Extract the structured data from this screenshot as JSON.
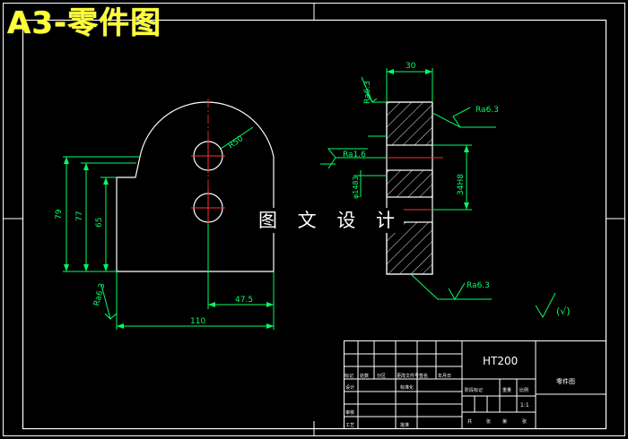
{
  "title": "A3-零件图",
  "watermark": "图 文 设 计",
  "dimensions": {
    "width_30": "30",
    "radius_50": "R50",
    "height_79": "79",
    "height_77": "77",
    "height_65": "65",
    "dist_47_5": "47.5",
    "width_110": "110",
    "bore_34": "34H8",
    "hole_phi": "φ1483"
  },
  "roughness": {
    "top_left": "Ra6.3",
    "top_right": "Ra6.3",
    "hole": "Ra1.6",
    "bottom_right": "Ra6.3",
    "part_left": "Ra6.3",
    "general": "(√)"
  },
  "title_block": {
    "material": "HT200",
    "part_name": "零件图",
    "scale": "1:1",
    "header_cells": [
      "标记",
      "处数",
      "分区",
      "更改文件号",
      "签名",
      "年月日"
    ],
    "row_labels": [
      "设计",
      "审核",
      "工艺"
    ],
    "std_label": "标准化",
    "approve_label": "批准",
    "stage_label": "阶段标记",
    "weight_label": "重量",
    "ratio_label": "比例",
    "sheet_labels": [
      "共",
      "张",
      "第",
      "张"
    ]
  }
}
